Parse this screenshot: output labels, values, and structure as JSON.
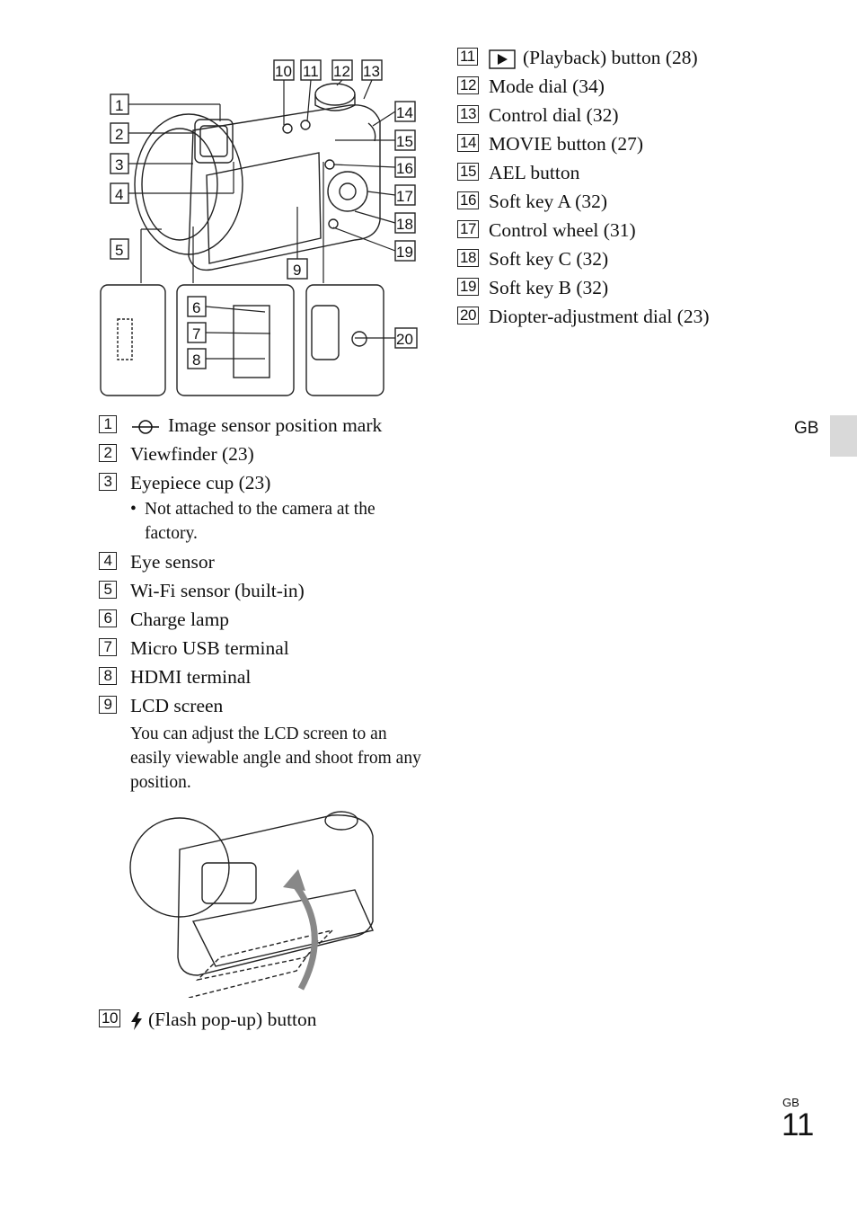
{
  "left_items": [
    {
      "num": "1",
      "label": "Image sensor position mark",
      "icon": "image-sensor-mark-icon"
    },
    {
      "num": "2",
      "label": "Viewfinder (23)"
    },
    {
      "num": "3",
      "label": "Eyepiece cup (23)"
    },
    {
      "num": "4",
      "label": "Eye sensor"
    },
    {
      "num": "5",
      "label": "Wi-Fi sensor (built-in)"
    },
    {
      "num": "6",
      "label": "Charge lamp"
    },
    {
      "num": "7",
      "label": "Micro USB terminal"
    },
    {
      "num": "8",
      "label": "HDMI terminal"
    },
    {
      "num": "9",
      "label": "LCD screen"
    }
  ],
  "eyepiece_note": "Not attached to the camera at the factory.",
  "lcd_note": "You can adjust the LCD screen to an easily viewable angle and shoot from any position.",
  "item10": {
    "num": "10",
    "label": "(Flash pop-up) button",
    "icon": "flash-icon"
  },
  "right_items": [
    {
      "num": "11",
      "label": "(Playback) button (28)",
      "icon": "playback-icon"
    },
    {
      "num": "12",
      "label": "Mode dial (34)"
    },
    {
      "num": "13",
      "label": "Control dial (32)"
    },
    {
      "num": "14",
      "label": "MOVIE button (27)"
    },
    {
      "num": "15",
      "label": "AEL button"
    },
    {
      "num": "16",
      "label": "Soft key A (32)"
    },
    {
      "num": "17",
      "label": "Control wheel (31)"
    },
    {
      "num": "18",
      "label": "Soft key C (32)"
    },
    {
      "num": "19",
      "label": "Soft key B (32)"
    },
    {
      "num": "20",
      "label": "Diopter-adjustment dial (23)"
    }
  ],
  "diagram_callouts": [
    "1",
    "2",
    "3",
    "4",
    "5",
    "6",
    "7",
    "8",
    "9",
    "10",
    "11",
    "12",
    "13",
    "14",
    "15",
    "16",
    "17",
    "18",
    "19",
    "20"
  ],
  "side_tab": "GB",
  "page_lang": "GB",
  "page_number": "11"
}
